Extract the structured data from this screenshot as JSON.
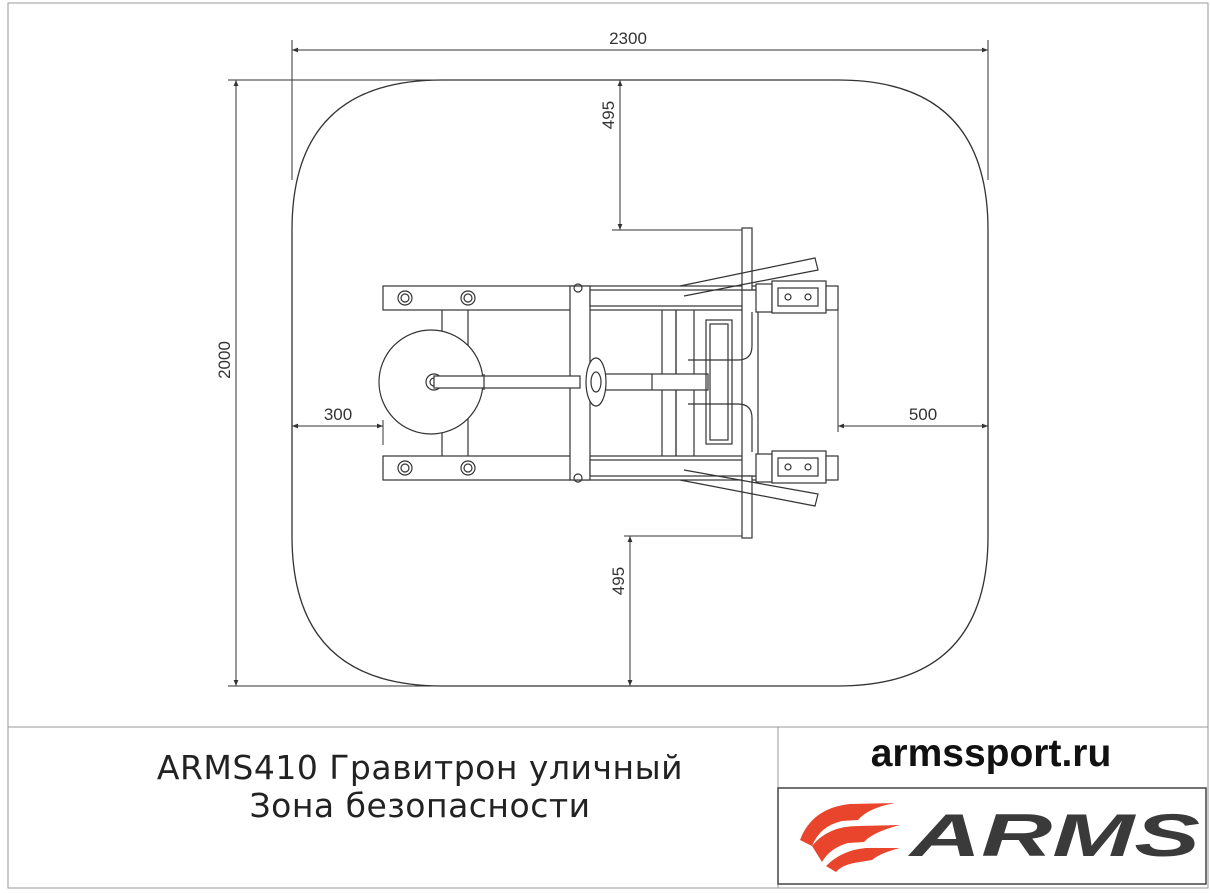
{
  "drawing": {
    "dimensions": {
      "overall_width": "2300",
      "overall_height": "2000",
      "top_clearance": "495",
      "bottom_clearance": "495",
      "left_clearance": "300",
      "right_clearance": "500"
    }
  },
  "title_block": {
    "product_line": "ARMS410 Гравитрон уличный",
    "subtitle": "Зона безопасности",
    "website": "armssport.ru",
    "logo_text": "ARMS",
    "logo_color": "#e8452c"
  }
}
